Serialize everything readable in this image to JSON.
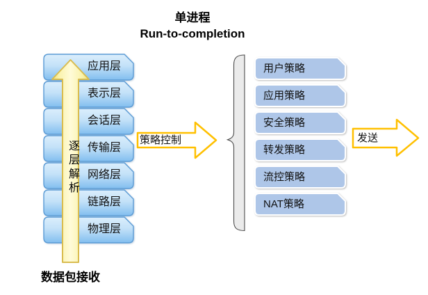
{
  "title": {
    "line1": "单进程",
    "line2": "Run-to-completion"
  },
  "osi_stack": {
    "layers": [
      "应用层",
      "表示层",
      "会话层",
      "传输层",
      "网络层",
      "链路层",
      "物理层"
    ],
    "up_arrow_label": "逐层解析",
    "bottom_label": "数据包接收"
  },
  "flow": {
    "policy_arrow_label": "策略控制",
    "send_arrow_label": "发送"
  },
  "policies": [
    "用户策略",
    "应用策略",
    "安全策略",
    "转发策略",
    "流控策略",
    "NAT策略"
  ],
  "colors": {
    "layer_box_top": "#dbeefc",
    "layer_box_bottom": "#82beef",
    "layer_box_border": "#5b9bd5",
    "policy_box_fill": "#aec6e8",
    "up_arrow_fill": "#fdf9c8",
    "up_arrow_border": "#d9bc4f",
    "block_arrow_border": "#ffc000",
    "brace_fill": "#ebebeb"
  }
}
